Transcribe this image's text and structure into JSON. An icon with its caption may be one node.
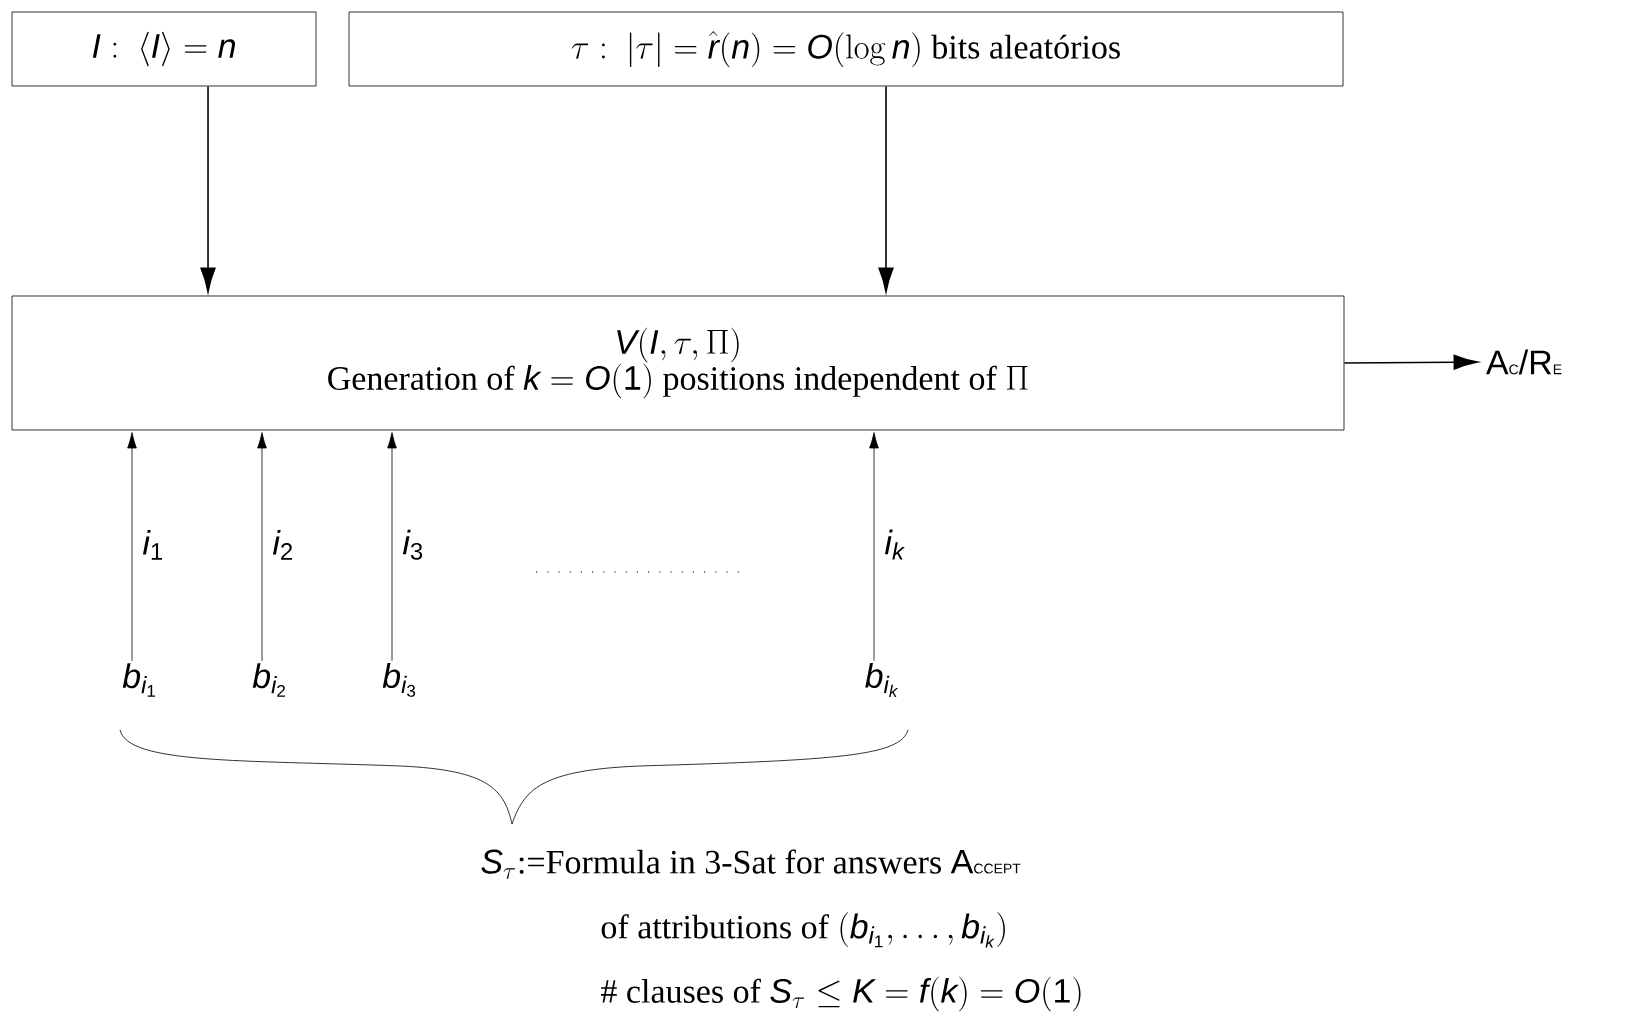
{
  "diagram": {
    "nodes": [
      {
        "text": [
          "I:\\ \\langle I\\rangle = n"
        ]
      },
      {
        "text": [
          "\\tau:\\ |\\tau| = \\hat{r}(n) = O(\\log n)\\text{ bits aleatórios}"
        ]
      },
      {
        "text": [
          "V(I,\\tau,\\Pi)",
          "\\text{Generation of }k = O(1)\\text{ positions independent of }\\Pi"
        ]
      },
      {
        "text": [
          "\\textsf{A{\\scriptsize C}/R{\\scriptsize E}}"
        ]
      },
      {
        "text": [
          "b_{i_1}"
        ]
      },
      {
        "text": [
          "b_{i_2}"
        ]
      },
      {
        "text": [
          "b_{i_3}"
        ]
      },
      {
        "text": [
          "b_{i_k}"
        ]
      }
    ],
    "edges": [
      {
        "from": 0,
        "to": 2,
        "arrow": "to"
      },
      {
        "from": 1,
        "to": 2,
        "arrow": "to"
      },
      {
        "from": 2,
        "to": 3,
        "arrow": "to"
      },
      {
        "from": 4,
        "to": 2,
        "arrow": "to",
        "label": "i_1"
      },
      {
        "from": 5,
        "to": 2,
        "arrow": "to",
        "label": "i_2"
      },
      {
        "from": 6,
        "to": 2,
        "arrow": "to",
        "label": "i_3"
      },
      {
        "from": 7,
        "to": 2,
        "arrow": "to",
        "label": "i_k"
      }
    ],
    "labels": [
      "S_\\tau\\text{:=Formula in 3-Sat for answers }\\textsf{A{\\scriptsize CCEPT}}",
      "\\text{of attributions of }(b_{i_1},\\ldots,b_{i_k})",
      "\\text{\\# clauses of }S_\\tau \\le K = f(k) = O(1)"
    ]
  }
}
